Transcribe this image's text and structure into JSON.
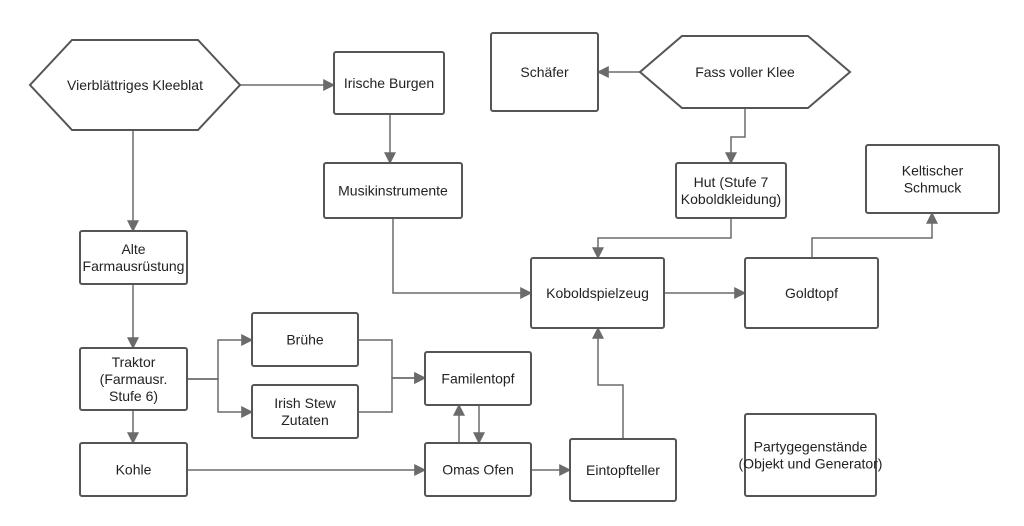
{
  "nodes": {
    "vierblaettriges": {
      "lines": [
        "Vierblättriges Kleeblat"
      ],
      "shape": "hexagon"
    },
    "irische_burgen": {
      "lines": [
        "Irische Burgen"
      ],
      "shape": "box"
    },
    "schaefer": {
      "lines": [
        "Schäfer"
      ],
      "shape": "box"
    },
    "fass_voller_klee": {
      "lines": [
        "Fass voller Klee"
      ],
      "shape": "hexagon"
    },
    "musikinstrumente": {
      "lines": [
        "Musikinstrumente"
      ],
      "shape": "box"
    },
    "hut": {
      "lines": [
        "Hut (Stufe 7",
        "Koboldkleidung)"
      ],
      "shape": "box"
    },
    "keltischer_schmuck": {
      "lines": [
        "Keltischer",
        "Schmuck"
      ],
      "shape": "box"
    },
    "alte_farmausruestung": {
      "lines": [
        "Alte",
        "Farmausrüstung"
      ],
      "shape": "box"
    },
    "koboldspielzeug": {
      "lines": [
        "Koboldspielzeug"
      ],
      "shape": "box"
    },
    "goldtopf": {
      "lines": [
        "Goldtopf"
      ],
      "shape": "box"
    },
    "bruehe": {
      "lines": [
        "Brühe"
      ],
      "shape": "box"
    },
    "traktor": {
      "lines": [
        "Traktor",
        "(Farmausr.",
        "Stufe 6)"
      ],
      "shape": "box"
    },
    "familentopf": {
      "lines": [
        "Familentopf"
      ],
      "shape": "box"
    },
    "irish_stew": {
      "lines": [
        "Irish Stew",
        "Zutaten"
      ],
      "shape": "box"
    },
    "kohle": {
      "lines": [
        "Kohle"
      ],
      "shape": "box"
    },
    "omas_ofen": {
      "lines": [
        "Omas Ofen"
      ],
      "shape": "box"
    },
    "eintopfteller": {
      "lines": [
        "Eintopfteller"
      ],
      "shape": "box"
    },
    "partygegenstaende": {
      "lines": [
        "Partygegenstände",
        "(Objekt und Generator)"
      ],
      "shape": "box"
    }
  },
  "edges": [
    {
      "from": "vierblaettriges",
      "to": "irische_burgen"
    },
    {
      "from": "vierblaettriges",
      "to": "alte_farmausruestung"
    },
    {
      "from": "irische_burgen",
      "to": "musikinstrumente"
    },
    {
      "from": "fass_voller_klee",
      "to": "schaefer"
    },
    {
      "from": "fass_voller_klee",
      "to": "hut"
    },
    {
      "from": "hut",
      "to": "koboldspielzeug"
    },
    {
      "from": "musikinstrumente",
      "to": "koboldspielzeug"
    },
    {
      "from": "koboldspielzeug",
      "to": "goldtopf"
    },
    {
      "from": "goldtopf",
      "to": "keltischer_schmuck"
    },
    {
      "from": "alte_farmausruestung",
      "to": "traktor"
    },
    {
      "from": "traktor",
      "to": "bruehe"
    },
    {
      "from": "traktor",
      "to": "irish_stew"
    },
    {
      "from": "traktor",
      "to": "kohle"
    },
    {
      "from": "bruehe",
      "to": "familentopf"
    },
    {
      "from": "irish_stew",
      "to": "familentopf"
    },
    {
      "from": "kohle",
      "to": "omas_ofen"
    },
    {
      "from": "omas_ofen",
      "to": "familentopf"
    },
    {
      "from": "familentopf",
      "to": "omas_ofen"
    },
    {
      "from": "omas_ofen",
      "to": "eintopfteller"
    },
    {
      "from": "eintopfteller",
      "to": "koboldspielzeug"
    }
  ]
}
